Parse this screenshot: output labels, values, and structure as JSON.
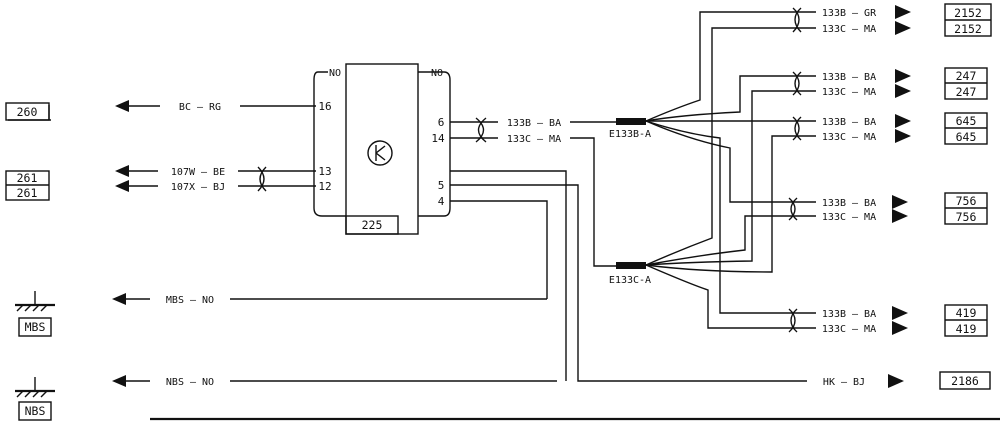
{
  "component": {
    "id": "225",
    "left_tag": "NO",
    "right_tag": "NO",
    "pins": {
      "p16": "16",
      "p13": "13",
      "p12": "12",
      "p6": "6",
      "p14": "14",
      "p5": "5",
      "p4": "4"
    }
  },
  "left_refs": {
    "r260": "260",
    "r261a": "261",
    "r261b": "261",
    "mbs": "MBS",
    "nbs": "NBS"
  },
  "left_wires": {
    "w260": "BC — RG",
    "w107w": "107W — BE",
    "w107x": "107X — BJ",
    "wmbs": "MBS — NO",
    "wnbs": "NBS — NO"
  },
  "mid_wires": {
    "w133b": "133B — BA",
    "w133c": "133C — MA"
  },
  "splices": {
    "s1": "E133B-A",
    "s2": "E133C-A"
  },
  "right_wires": {
    "r1a": "133B — GR",
    "r1b": "133C — MA",
    "r2a": "133B — BA",
    "r2b": "133C — MA",
    "r3a": "133B — BA",
    "r3b": "133C — MA",
    "r4a": "133B — BA",
    "r4b": "133C — MA",
    "r5a": "133B — BA",
    "r5b": "133C — MA",
    "r6": "HK — BJ"
  },
  "right_refs": {
    "b1a": "2152",
    "b1b": "2152",
    "b2a": "247",
    "b2b": "247",
    "b3a": "645",
    "b3b": "645",
    "b4a": "756",
    "b4b": "756",
    "b5a": "419",
    "b5b": "419",
    "b6": "2186"
  }
}
